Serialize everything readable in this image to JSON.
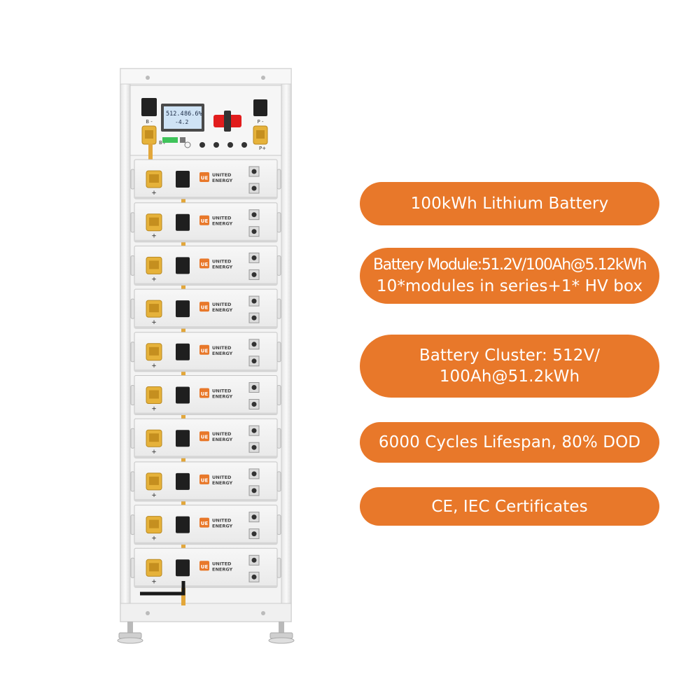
{
  "product": {
    "brand_name_line1": "UNITED",
    "brand_name_line2": "ENERGY",
    "brand_logo": "UE",
    "hv_box": {
      "label_b_minus": "B -",
      "label_b_plus": "B+",
      "label_p_minus": "P -",
      "label_p_plus": "P+",
      "display_voltage": "512.4",
      "display_soc": "86.6%",
      "display_current": "-4.2"
    },
    "module_count": 10,
    "colors": {
      "accent": "#e8782a",
      "busbar": "#e3a73a",
      "cabinet": "#f2f2f2",
      "terminal": "#e6b23a"
    }
  },
  "features": [
    {
      "lines": [
        "100kWh Lithium Battery"
      ]
    },
    {
      "lines": [
        "Battery Module:51.2V/100Ah@5.12kWh",
        "10*modules in series+1* HV box"
      ]
    },
    {
      "lines": [
        "Battery Cluster: 512V/",
        "100Ah@51.2kWh"
      ]
    },
    {
      "lines": [
        "6000 Cycles Lifespan, 80% DOD"
      ]
    },
    {
      "lines": [
        "CE, IEC Certificates"
      ]
    }
  ]
}
